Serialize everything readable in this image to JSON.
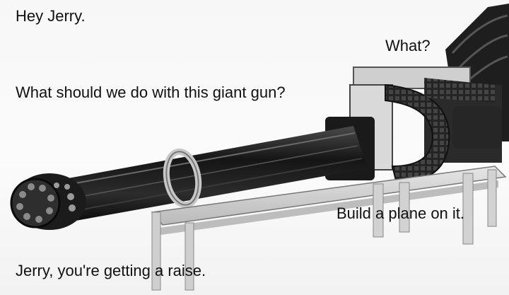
{
  "captions": [
    "Hey Jerry.",
    "What?",
    "What should we do with this giant gun?",
    "Build a plane on it.",
    "Jerry, you're getting a raise."
  ],
  "colors": {
    "text": "#111111",
    "background": "#f7f7f7",
    "gun_metal": "#1d1d1d",
    "stand": "#d4d4d4"
  }
}
